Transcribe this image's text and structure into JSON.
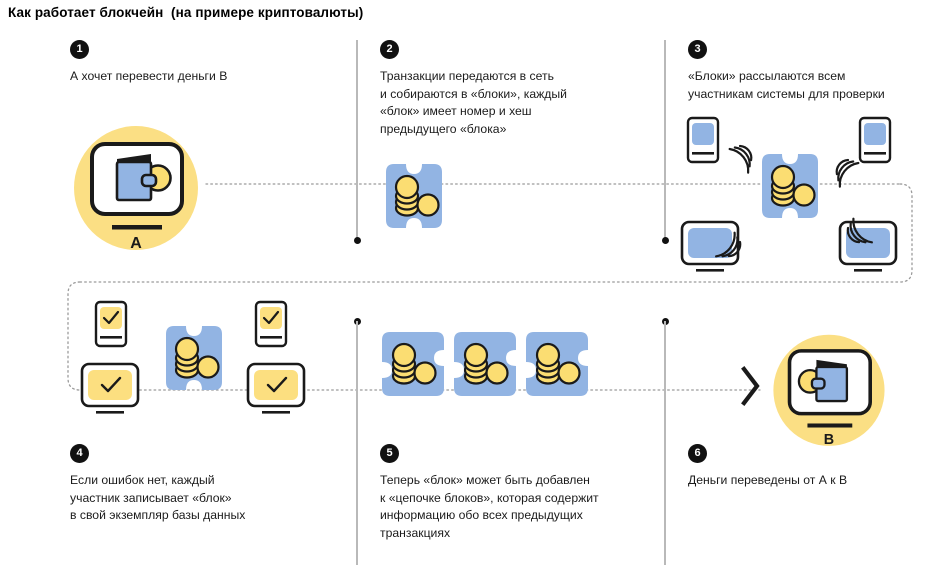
{
  "title": "Как работает блокчейн  (на примере криптовалюты)",
  "colors": {
    "block_blue": "#92b4e3",
    "coin_yellow": "#fbdd72",
    "circle_yellow": "#fbdf84",
    "screen_yellow": "#fcdf80",
    "outline_black": "#1a1a1a",
    "divider_gray": "#b9b9b9",
    "dotted_gray": "#9a9a9a",
    "text_black": "#1b1b1b"
  },
  "steps": [
    {
      "number": "1",
      "text": "А хочет перевести деньги В",
      "illustration": "wallet-circle-a",
      "wallet_label": "A"
    },
    {
      "number": "2",
      "text": "Транзакции передаются в сеть\nи собираются в «блоки», каждый\n«блок» имеет номер и хеш\nпредыдущего «блока»",
      "illustration": "single-block"
    },
    {
      "number": "3",
      "text": "«Блоки» рассылаются всем\nучастникам системы для проверки",
      "illustration": "block-broadcast-network"
    },
    {
      "number": "4",
      "text": "Если ошибок нет, каждый\nучастник записывает «блок»\nв свой экземпляр базы данных",
      "illustration": "block-verified-devices"
    },
    {
      "number": "5",
      "text": "Теперь «блок» может быть добавлен\nк «цепочке блоков», которая содержит\nинформацию обо всех предыдущих\nтранзакциях",
      "illustration": "block-chain-three"
    },
    {
      "number": "6",
      "text": "Деньги переведены от А к В",
      "illustration": "wallet-circle-b",
      "wallet_label": "B"
    }
  ],
  "icons": {
    "chevron": "chevron-right-icon",
    "check": "checkmark-icon",
    "phone": "phone-device-icon",
    "monitor": "monitor-device-icon",
    "block": "block-puzzle-icon",
    "coins": "coin-stack-icon",
    "wallet": "wallet-icon",
    "waves": "broadcast-waves-icon"
  }
}
